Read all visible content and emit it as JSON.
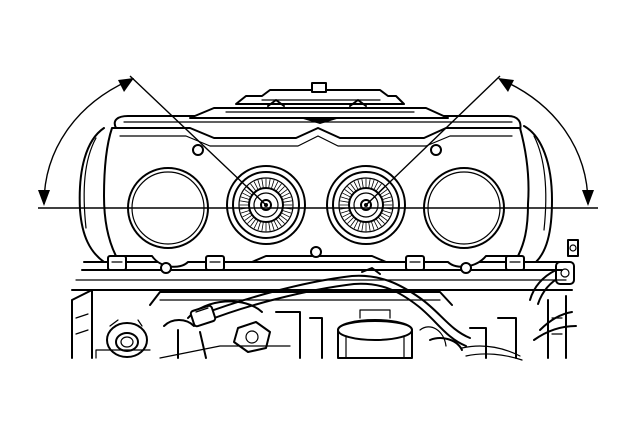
{
  "figure": {
    "kind": "engine-exhaust-manifold-gasket-installation",
    "colors": {
      "ink": "#000000",
      "paper": "#ffffff"
    },
    "annotations": {
      "rotation_arrows": 2,
      "rotation_direction": "outward-from-center"
    }
  }
}
